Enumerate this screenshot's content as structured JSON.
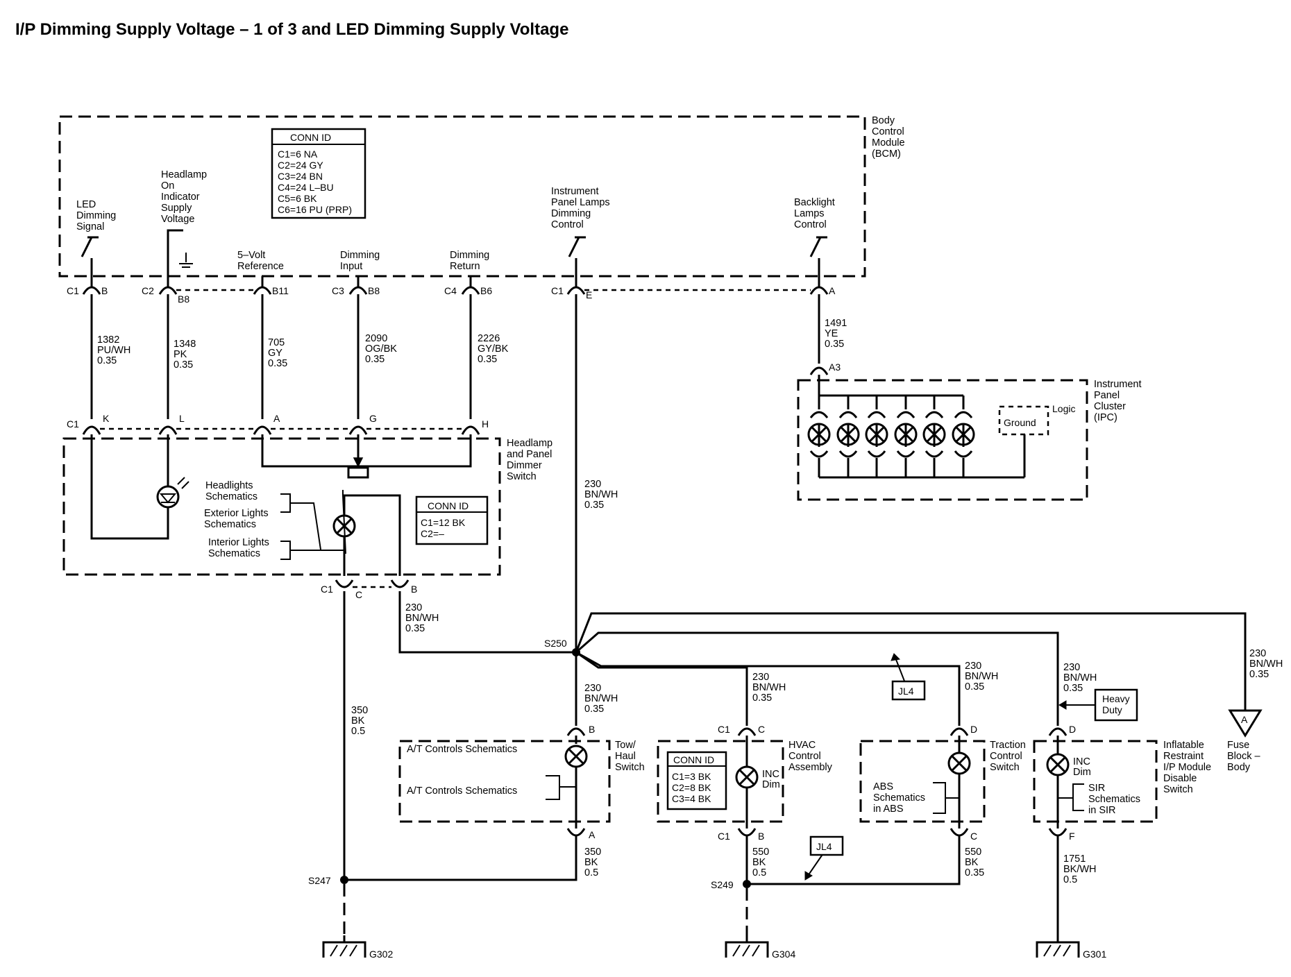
{
  "title": "I/P Dimming Supply Voltage – 1 of 3 and LED Dimming Supply Voltage",
  "bcm": {
    "name": [
      "Body",
      "Control",
      "Module",
      "(BCM)"
    ],
    "conn_id": {
      "header": "CONN ID",
      "lines": [
        "C1=6 NA",
        "C2=24 GY",
        "C3=24 BN",
        "C4=24 L–BU",
        "C5=6 BK",
        "C6=16 PU (PRP)"
      ]
    },
    "signals": {
      "led": [
        "LED",
        "Dimming",
        "Signal"
      ],
      "headlamp_ind": [
        "Headlamp",
        "On",
        "Indicator",
        "Supply",
        "Voltage"
      ],
      "five_volt": [
        "5–Volt",
        "Reference"
      ],
      "dim_input": [
        "Dimming",
        "Input"
      ],
      "dim_return": [
        "Dimming",
        "Return"
      ],
      "ip_lamps": [
        "Instrument",
        "Panel Lamps",
        "Dimming",
        "Control"
      ],
      "backlight": [
        "Backlight",
        "Lamps",
        "Control"
      ]
    },
    "connectors": {
      "c1_b": [
        "C1",
        "B"
      ],
      "c2_b8": [
        "C2",
        "B8"
      ],
      "b11": "B11",
      "c3_b8": [
        "C3",
        "B8"
      ],
      "c4_b6": [
        "C4",
        "B6"
      ],
      "c1_e": [
        "C1",
        "E"
      ],
      "a": "A"
    }
  },
  "wires": {
    "w1382": [
      "1382",
      "PU/WH",
      "0.35"
    ],
    "w1348": [
      "1348",
      "PK",
      "0.35"
    ],
    "w705": [
      "705",
      "GY",
      "0.35"
    ],
    "w2090": [
      "2090",
      "OG/BK",
      "0.35"
    ],
    "w2226": [
      "2226",
      "GY/BK",
      "0.35"
    ],
    "w1491": [
      "1491",
      "YE",
      "0.35"
    ],
    "w230_main": [
      "230",
      "BN/WH",
      "0.35"
    ],
    "w230_switch": [
      "230",
      "BN/WH",
      "0.35"
    ],
    "w230_tow": [
      "230",
      "BN/WH",
      "0.35"
    ],
    "w230_hvac": [
      "230",
      "BN/WH",
      "0.35"
    ],
    "w230_tcs": [
      "230",
      "BN/WH",
      "0.35"
    ],
    "w230_sir": [
      "230",
      "BN/WH",
      "0.35"
    ],
    "w230_fuse": [
      "230",
      "BN/WH",
      "0.35"
    ],
    "w350_left": [
      "350",
      "BK",
      "0.5"
    ],
    "w350_tow": [
      "350",
      "BK",
      "0.5"
    ],
    "w550_hvac": [
      "550",
      "BK",
      "0.5"
    ],
    "w550_tcs": [
      "550",
      "BK",
      "0.35"
    ],
    "w1751": [
      "1751",
      "BK/WH",
      "0.5"
    ]
  },
  "ipc": {
    "name": [
      "Instrument",
      "Panel",
      "Cluster",
      "(IPC)"
    ],
    "pin_a3": "A3",
    "ground": "Ground",
    "logic": "Logic"
  },
  "headlamp_switch": {
    "name": [
      "Headlamp",
      "and Panel",
      "Dimmer",
      "Switch"
    ],
    "pins": {
      "c1": "C1",
      "k": "K",
      "l": "L",
      "a": "A",
      "g": "G",
      "h": "H"
    },
    "refs": {
      "headlights": [
        "Headlights",
        "Schematics"
      ],
      "exterior": [
        "Exterior Lights",
        "Schematics"
      ],
      "interior": [
        "Interior Lights",
        "Schematics"
      ]
    },
    "conn_id": {
      "header": "CONN ID",
      "lines": [
        "C1=12 BK",
        "C2=–"
      ]
    },
    "bottom_pins": {
      "c1": "C1",
      "c": "C",
      "b": "B"
    }
  },
  "splices": {
    "s250": "S250",
    "s247": "S247",
    "s249": "S249"
  },
  "tow_haul": {
    "name": [
      "Tow/",
      "Haul",
      "Switch"
    ],
    "ref1": "A/T Controls Schematics",
    "ref2": "A/T Controls Schematics",
    "pin_b": "B",
    "pin_a": "A"
  },
  "hvac": {
    "name": [
      "HVAC",
      "Control",
      "Assembly"
    ],
    "conn_id": {
      "header": "CONN ID",
      "lines": [
        "C1=3 BK",
        "C2=8 BK",
        "C3=4 BK"
      ]
    },
    "inc_dim": [
      "INC",
      "Dim"
    ],
    "pin_top": [
      "C1",
      "C"
    ],
    "pin_bot": [
      "C1",
      "B"
    ]
  },
  "traction": {
    "name": [
      "Traction",
      "Control",
      "Switch"
    ],
    "ref": [
      "ABS",
      "Schematics",
      "in ABS"
    ],
    "pin_d": "D",
    "pin_c": "C"
  },
  "sir_switch": {
    "name": [
      "Inflatable",
      "Restraint",
      "I/P Module",
      "Disable",
      "Switch"
    ],
    "inc_dim": [
      "INC",
      "Dim"
    ],
    "ref": [
      "SIR",
      "Schematics",
      "in SIR"
    ],
    "pin_d": "D",
    "pin_f": "F"
  },
  "options": {
    "jl4_upper": "JL4",
    "jl4_lower": "JL4",
    "heavy_duty": [
      "Heavy",
      "Duty"
    ]
  },
  "fuse_block": {
    "letter": "A",
    "name": [
      "Fuse",
      "Block –",
      "Body"
    ]
  },
  "grounds": {
    "g302": "G302",
    "g304": "G304",
    "g301": "G301"
  }
}
